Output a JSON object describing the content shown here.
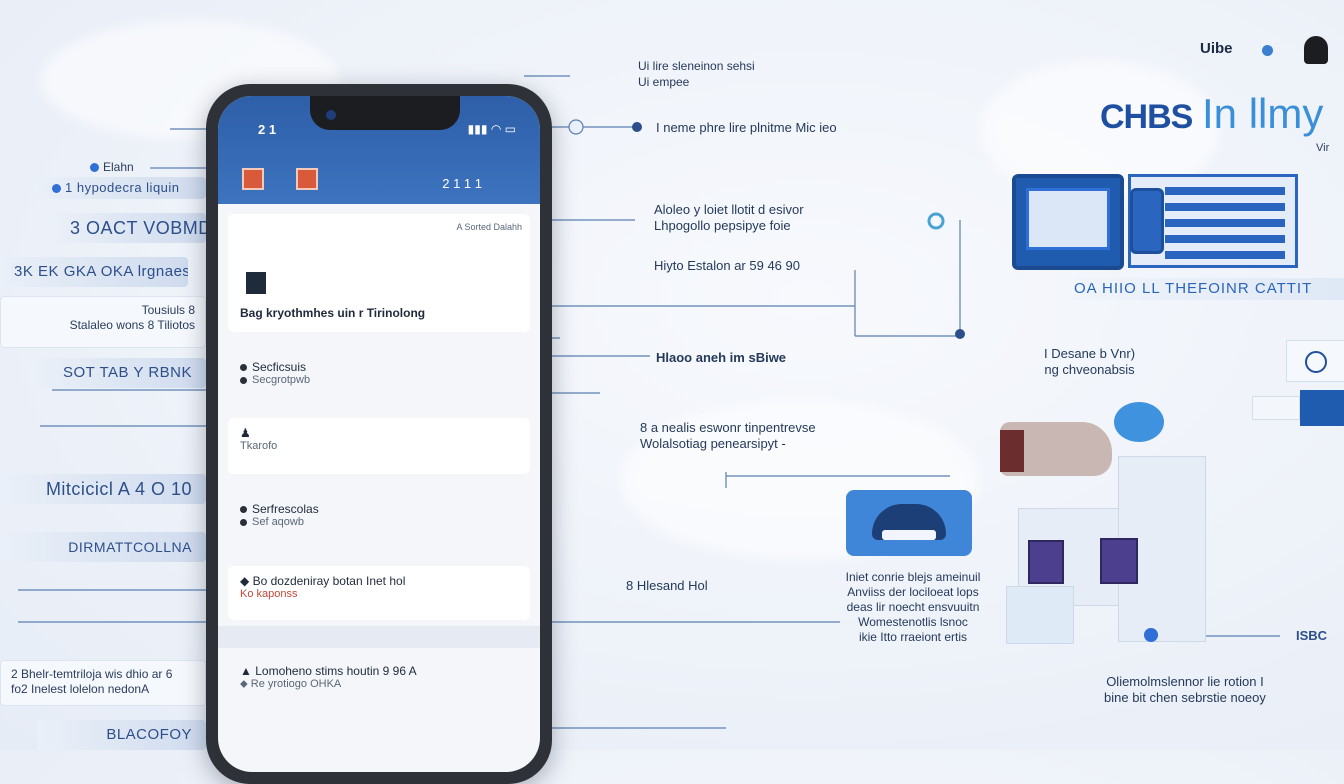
{
  "top_right": {
    "logo_text": "Uibe",
    "brand_primary": "CHBS",
    "brand_secondary": "In llmy",
    "brand_tag": "Vir",
    "banner": "OA HIIO LL THEFOINR CATTIT"
  },
  "phone": {
    "status_time": "2 1",
    "appbar_title": "2 1 1 1",
    "card_top_right": "A Sorted Dalahh",
    "headline": "Bag kryothmhes uin r Tirinolong",
    "section_1": [
      "Secficsuis",
      "Secgrotpwb"
    ],
    "section_2": [
      "",
      "Tkarofo"
    ],
    "section_3": [
      "Serfrescolas",
      "Sef aqowb"
    ],
    "section_4": [
      "Bo dozdeniray botan Inet hol",
      "Ko kaponss"
    ],
    "section_5": [
      "Lomoheno stims houtin 9 96 A",
      "Re yrotiogo OHKA"
    ]
  },
  "left": {
    "badge_1": "Elahn",
    "badge_2": "1 hypodecra liquin",
    "label_1": "3 OACT VOBMD",
    "label_2": "3K EK GKA OKA lrgnaes",
    "card_title": "Tousiuls 8",
    "card_sub": "Stalaleo wons 8 Tiliotos",
    "label_3": "SOT TAB Y RBNK",
    "label_4": "Mitcicicl A 4 O 10",
    "label_5": "DIRMATTCOLLNA",
    "card_2_line1": "2 Bhelr-temtriloja wis dhio ar 6",
    "card_2_line2": "fo2 Inelest lolelon nedonA",
    "label_6": "BLACOFOY"
  },
  "middle": {
    "c1_line1": "Ui lire sleneinon sehsi",
    "c1_line2": "Ui empee",
    "c2": "I neme phre lire plnitme Mic ieo",
    "c3_line1": "Aloleo y loiet llotit d esivor",
    "c3_line2": "Lhpogollo pepsipye foie",
    "c4": "Hiyto Estalon ar 59 46 90",
    "c5": "Hlaoo aneh im sBiwe",
    "c6_line1": "8 a nealis eswonr tinpentrevse",
    "c6_line2": "Wolalsotiag penearsipyt -",
    "c7": "8 Hlesand Hol",
    "c8_line1": "Iniet conrie blejs ameinuil",
    "c8_line2": "Anviiss der lociloeat lops",
    "c8_line3": "deas lir noecht ensvuuitn",
    "c8_line4": "Womestenotlis lsnoc",
    "c8_line5": "ikie Itto rraeiont ertis"
  },
  "right": {
    "r1_line1": "I Desane b Vnr)",
    "r1_line2": "ng chveonabsis",
    "r2": "ISBC",
    "r3_line1": "Oliemolmslennor lie rotion I",
    "r3_line2": "bine bit chen sebrstie noeoy"
  }
}
